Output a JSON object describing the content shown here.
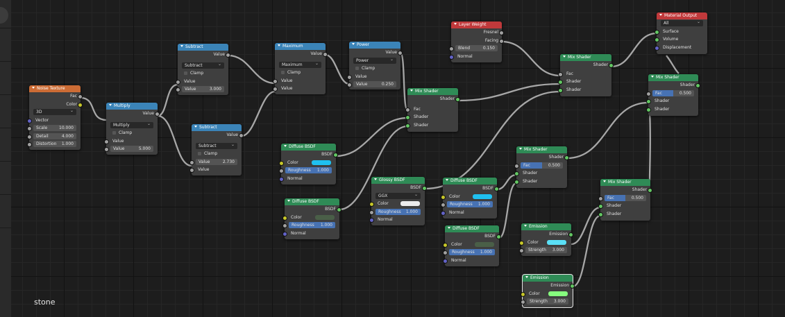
{
  "editor": {
    "material_name": "stone"
  },
  "colors": {
    "link": "#b7b7b7",
    "header_input": "#cc6c35",
    "header_converter": "#3b84b8",
    "header_shader": "#2f8b56",
    "header_output": "#c0393b",
    "swatch_cyan": "#1fc0f0",
    "swatch_darkgreen": "#4a5f48",
    "swatch_white": "#ececec",
    "swatch_cyan2": "#5ae0f6",
    "swatch_lightgreen": "#86fd7e"
  },
  "nodes": {
    "noise": {
      "title": "Noise Texture",
      "fac": "Fac",
      "color": "Color",
      "dim": "3D",
      "vector": "Vector",
      "scale_label": "Scale",
      "scale": "10.000",
      "detail_label": "Detail",
      "detail": "4.000",
      "distortion_label": "Distortion",
      "distortion": "1.000"
    },
    "multiply": {
      "title": "Multiply",
      "out": "Value",
      "op": "Multiply",
      "clamp": "Clamp",
      "in1": "Value",
      "in2_label": "Value",
      "in2": "5.000"
    },
    "subtract1": {
      "title": "Subtract",
      "out": "Value",
      "op": "Subtract",
      "clamp": "Clamp",
      "in1": "Value",
      "in2_label": "Value",
      "in2": "3.000"
    },
    "subtract2": {
      "title": "Subtract",
      "out": "Value",
      "op": "Subtract",
      "clamp": "Clamp",
      "in1_label": "Value",
      "in1": "2.730",
      "in2": "Value"
    },
    "maximum": {
      "title": "Maximum",
      "out": "Value",
      "op": "Maximum",
      "clamp": "Clamp",
      "in1": "Value",
      "in2": "Value"
    },
    "power": {
      "title": "Power",
      "out": "Value",
      "op": "Power",
      "clamp": "Clamp",
      "in1": "Value",
      "in2_label": "Value",
      "in2": "0.250"
    },
    "mix1": {
      "title": "Mix Shader",
      "out": "Shader",
      "fac": "Fac",
      "sh1": "Shader",
      "sh2": "Shader"
    },
    "diffuse1": {
      "title": "Diffuse BSDF",
      "out": "BSDF",
      "color": "Color",
      "rough_label": "Roughness",
      "rough": "1.000",
      "normal": "Normal"
    },
    "diffuse2": {
      "title": "Diffuse BSDF",
      "out": "BSDF",
      "color": "Color",
      "rough_label": "Roughness",
      "rough": "1.000",
      "normal": "Normal"
    },
    "glossy": {
      "title": "Glossy BSDF",
      "out": "BSDF",
      "dist": "GGX",
      "color": "Color",
      "rough_label": "Roughness",
      "rough": "1.000",
      "normal": "Normal"
    },
    "layer_weight": {
      "title": "Layer Weight",
      "fresnel": "Fresnel",
      "facing": "Facing",
      "blend_label": "Blend",
      "blend": "0.150",
      "normal": "Normal"
    },
    "mix2": {
      "title": "Mix Shader",
      "out": "Shader",
      "fac": "Fac",
      "sh1": "Shader",
      "sh2": "Shader"
    },
    "output": {
      "title": "Material Output",
      "target": "All",
      "surface": "Surface",
      "volume": "Volume",
      "displacement": "Displacement"
    },
    "mix3": {
      "title": "Mix Shader",
      "out": "Shader",
      "fac_label": "Fac",
      "fac": "0.500",
      "fac_value": 0.5,
      "sh1": "Shader",
      "sh2": "Shader"
    },
    "mix4": {
      "title": "Mix Shader",
      "out": "Shader",
      "fac_label": "Fac",
      "fac": "0.500",
      "fac_value": 0.5,
      "sh1": "Shader",
      "sh2": "Shader"
    },
    "diffuse3": {
      "title": "Diffuse BSDF",
      "out": "BSDF",
      "color": "Color",
      "rough_label": "Roughness",
      "rough": "1.000",
      "normal": "Normal"
    },
    "diffuse4": {
      "title": "Diffuse BSDF",
      "out": "BSDF",
      "color": "Color",
      "rough_label": "Roughness",
      "rough": "1.000",
      "normal": "Normal"
    },
    "emission1": {
      "title": "Emission",
      "out": "Emission",
      "color": "Color",
      "strength_label": "Strength",
      "strength": "3.000"
    },
    "mix5": {
      "title": "Mix Shader",
      "out": "Shader",
      "fac_label": "Fac",
      "fac": "0.500",
      "fac_value": 0.5,
      "sh1": "Shader",
      "sh2": "Shader"
    },
    "emission2": {
      "title": "Emission",
      "out": "Emission",
      "color": "Color",
      "strength_label": "Strength",
      "strength": "3.000"
    }
  }
}
